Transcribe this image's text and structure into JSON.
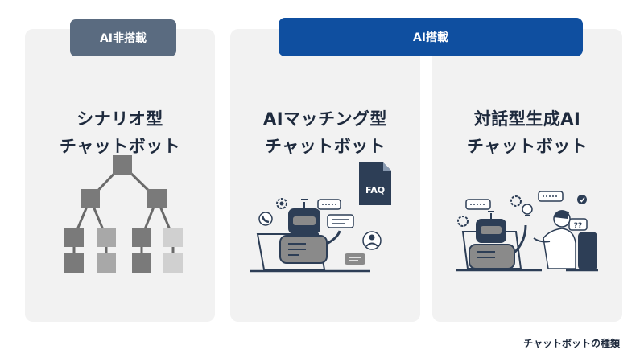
{
  "badges": {
    "non_ai": "AI非搭載",
    "ai": "AI搭載"
  },
  "cards": [
    {
      "title_line1": "シナリオ型",
      "title_line2": "チャットボット"
    },
    {
      "title_line1": "AIマッチング型",
      "title_line2": "チャットボット"
    },
    {
      "title_line1": "対話型生成AI",
      "title_line2": "チャットボット"
    }
  ],
  "illustrations": {
    "faq_doc_label": "FAQ",
    "question_marks": "??",
    "tree_icon": "decision-tree-icon",
    "faq_bot_icon": "robot-faq-laptop-icon",
    "gen_bot_icon": "robot-conversing-with-person-icon"
  },
  "caption": "チャットボットの種類",
  "colors": {
    "card_bg": "#f2f2f2",
    "badge_non_ai": "#5a6b80",
    "badge_ai": "#0f4fa0",
    "title_text": "#1e2a3d",
    "tree_dark": "#7a7a7a",
    "tree_mid": "#a8a8a8",
    "tree_light": "#d0d0d0",
    "illus_navy": "#2d3e56"
  }
}
